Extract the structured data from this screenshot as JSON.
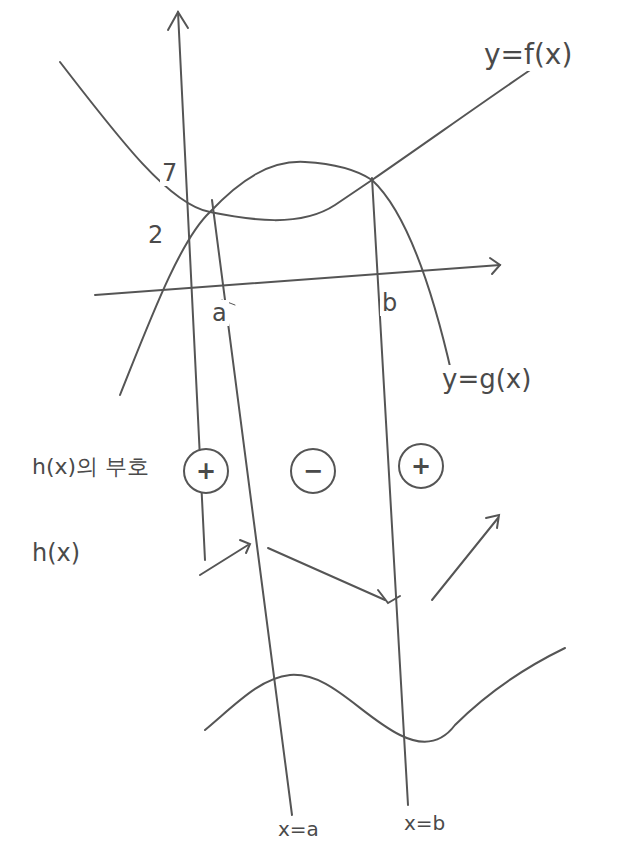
{
  "diagram": {
    "nodes": [
      {
        "text": [
          "+"
        ]
      },
      {
        "text": [
          "−"
        ]
      },
      {
        "text": [
          "+"
        ]
      }
    ],
    "labels": [
      "y=f(x)",
      "7",
      "2",
      "a",
      "b",
      "y=g(x)",
      "h(x)의 부호",
      "h(x)",
      "x=a",
      "x=b"
    ]
  }
}
